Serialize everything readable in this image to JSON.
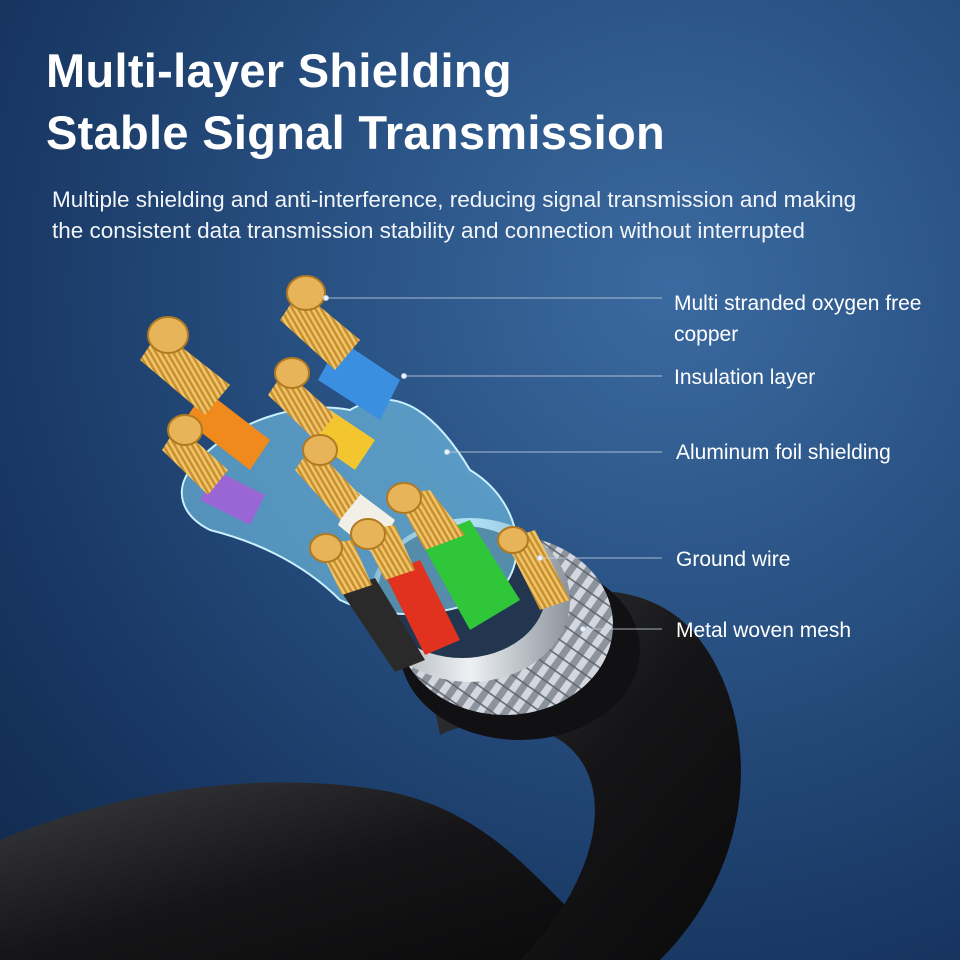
{
  "headline": {
    "line1": "Multi-layer Shielding",
    "line2": "Stable Signal Transmission"
  },
  "description": "Multiple shielding and anti-interference, reducing signal transmission and making the consistent data transmission stability and connection without interrupted",
  "callouts": [
    {
      "id": "copper",
      "line1": "Multi stranded oxygen free",
      "line2": "copper"
    },
    {
      "id": "insulation",
      "line1": "Insulation layer"
    },
    {
      "id": "foil",
      "line1": "Aluminum foil shielding"
    },
    {
      "id": "ground",
      "line1": "Ground wire"
    },
    {
      "id": "mesh",
      "line1": "Metal woven mesh"
    }
  ],
  "colors": {
    "background": "#1f4674",
    "copper": "#d9a94a",
    "wire_orange": "#f08a1c",
    "wire_blue": "#3a8fe0",
    "wire_yellow": "#f3c52e",
    "wire_purple": "#9a66d6",
    "wire_white": "#f2efe6",
    "wire_green": "#2fc63a",
    "wire_red": "#e0321e",
    "wire_black": "#2a2a2a",
    "foil": "#7fd4f5",
    "jacket": "#1a1a1c",
    "mesh": "#c8ccd2"
  }
}
